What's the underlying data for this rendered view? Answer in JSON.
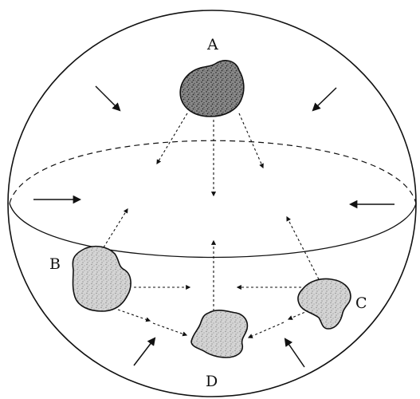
{
  "labels": {
    "a": "A",
    "b": "B",
    "c": "C",
    "d": "D"
  },
  "colors": {
    "ink": "#111111",
    "fill_dark": "#6a6a6a",
    "fill_light": "#b8b8b8",
    "background": "#ffffff"
  }
}
